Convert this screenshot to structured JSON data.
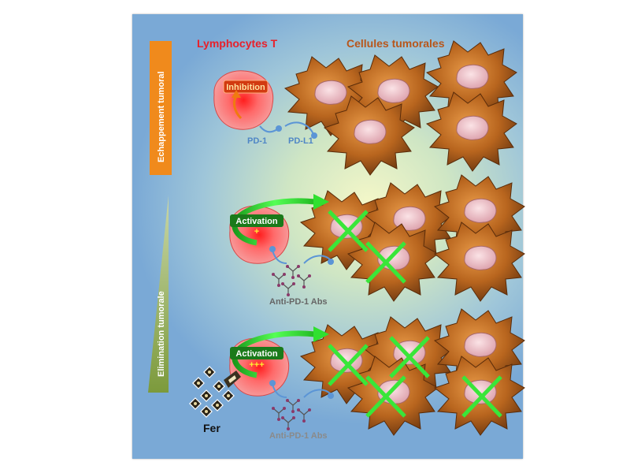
{
  "header": {
    "lymphocytes": "Lymphocytes T",
    "tumor_cells": "Cellules tumorales"
  },
  "sidebar": {
    "escape_label": "Echappement tumoral",
    "elimination_label": "Elimination tumorale"
  },
  "row1": {
    "inhibition": "Inhibition",
    "pd1": "PD-1",
    "pdl1": "PD-L1"
  },
  "row2": {
    "activation": "Activation",
    "level": "+",
    "antibody": "Anti-PD-1 Abs"
  },
  "row3": {
    "activation": "Activation",
    "level": "+++",
    "antibody": "Anti-PD-1 Abs",
    "iron": "Fer"
  },
  "colors": {
    "lymphocyte_title": "#e8202a",
    "tumor_title": "#b8561a",
    "escape_bar": "#f08a1c",
    "elimination_wedge": "#8aa84a",
    "tumor_cell": "#b8651e",
    "lymphocyte": "#ff5a5a",
    "cross": "#39e639",
    "activation_arrow": "#30e030",
    "receptor": "#5b95d6"
  }
}
